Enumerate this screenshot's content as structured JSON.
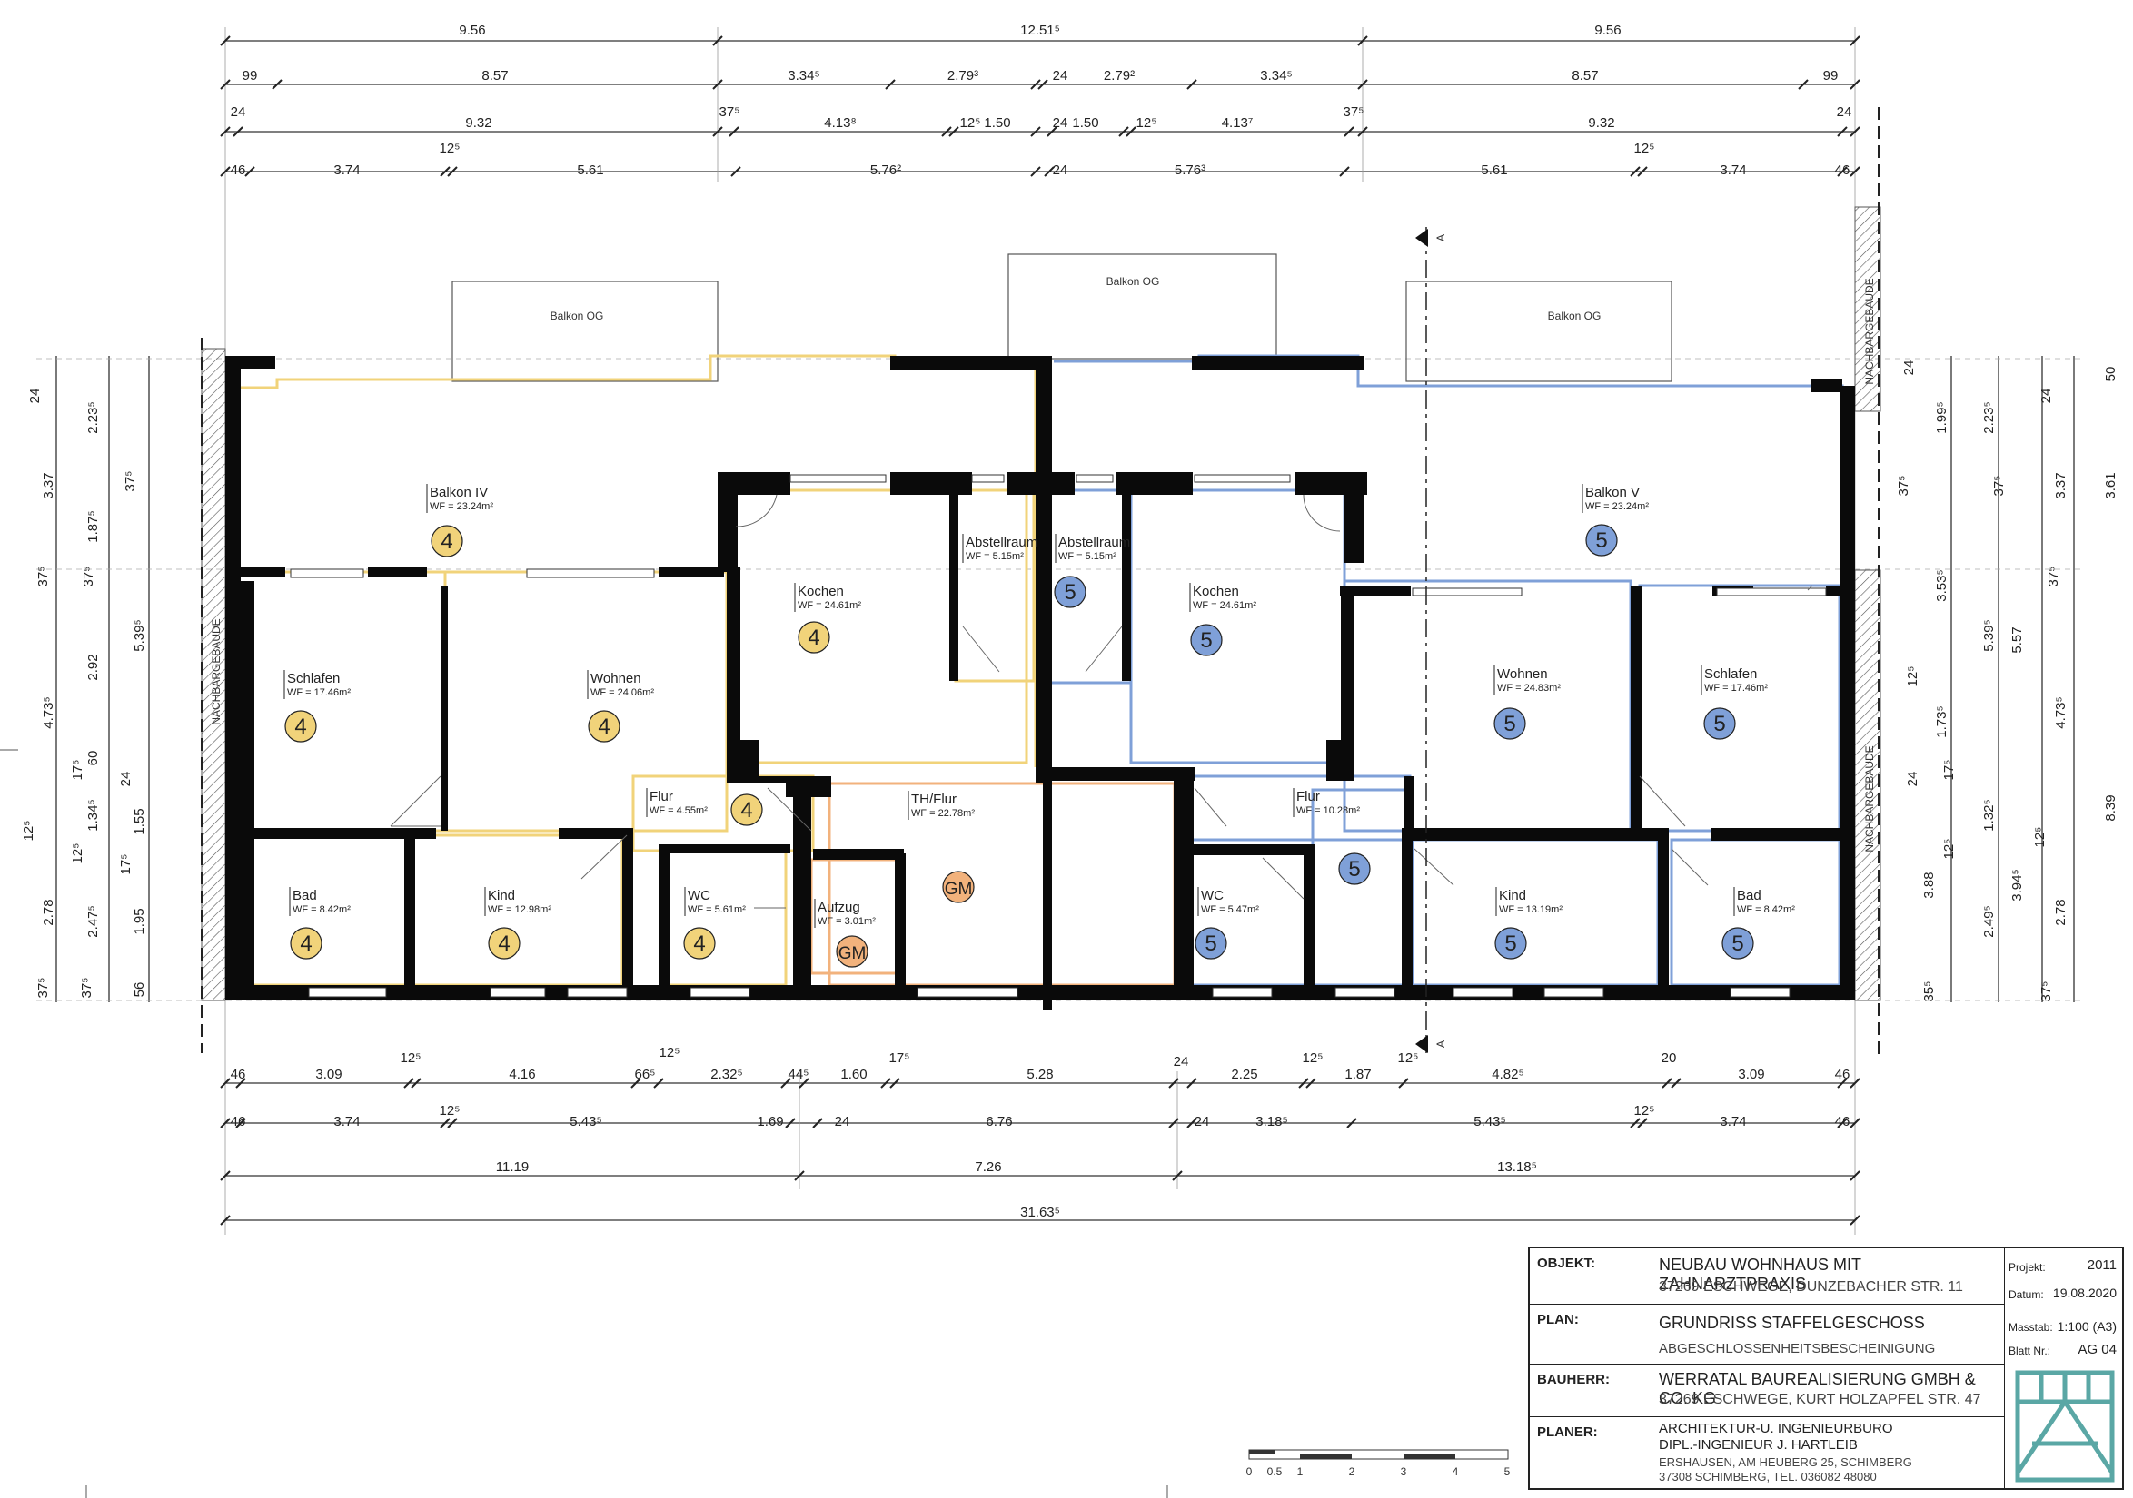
{
  "dims": {
    "top1": [
      "9.56",
      "12.51⁵",
      "9.56"
    ],
    "top2": [
      "99",
      "8.57",
      "3.34⁵",
      "2.79³",
      "24",
      "2.79²",
      "3.34⁵",
      "8.57",
      "99"
    ],
    "top3": [
      "24",
      "9.32",
      "37⁵",
      "4.13⁸",
      "12⁵",
      "1.50",
      "24",
      "1.50",
      "12⁵",
      "4.13⁷",
      "37⁵",
      "9.32",
      "24"
    ],
    "top4": [
      "46",
      "3.74",
      "12⁵",
      "5.61",
      "5.76²",
      "24",
      "5.76³",
      "5.61",
      "12⁵",
      "3.74",
      "46"
    ],
    "bot1": [
      "46",
      "3.09",
      "12⁵",
      "4.16",
      "12⁵",
      "66⁵",
      "2.32⁵",
      "44⁵",
      "1.60",
      "17⁵",
      "5.28",
      "24",
      "2.25",
      "12⁵",
      "1.87",
      "12⁵",
      "4.82⁵",
      "20",
      "3.09",
      "46"
    ],
    "bot2": [
      "46",
      "3.74",
      "12⁵",
      "5.43⁵",
      "1.69",
      "24",
      "6.76",
      "24",
      "3.18⁵",
      "5.43⁵",
      "12⁵",
      "3.74",
      "46"
    ],
    "bot3": [
      "11.19",
      "7.26",
      "13.18⁵"
    ],
    "bot4": [
      "31.63⁵"
    ],
    "left": [
      "24",
      "2.23⁵",
      "3.37",
      "37⁵",
      "1.87⁵",
      "37⁵",
      "37⁵",
      "5.39⁵",
      "2.92",
      "4.73⁵",
      "17⁵",
      "60",
      "24",
      "1.34⁵",
      "1.55",
      "12⁵",
      "12⁵",
      "17⁵",
      "2.78",
      "2.47⁵",
      "1.95",
      "37⁵",
      "37⁵",
      "56"
    ],
    "right": [
      "24",
      "50",
      "1.99⁵",
      "2.23⁵",
      "24",
      "37⁵",
      "37⁵",
      "3.37",
      "3.61",
      "3.53⁵",
      "37⁵",
      "5.39⁵",
      "5.57",
      "12⁵",
      "1.73⁵",
      "4.73⁵",
      "24",
      "17⁵",
      "1.32⁵",
      "8.39",
      "12⁵",
      "12⁵",
      "3.88",
      "3.94⁵",
      "2.49⁵",
      "2.78",
      "35⁵",
      "37⁵"
    ]
  },
  "labels": {
    "balkon_og": "Balkon OG",
    "nachbargebaeude": "NACHBARGEBAUDE",
    "section": "A"
  },
  "rooms": [
    {
      "name": "Balkon IV",
      "wf": "WF = 23.24m²",
      "unit": "4"
    },
    {
      "name": "Kochen",
      "wf": "WF = 24.61m²",
      "unit": "4"
    },
    {
      "name": "Abstellraum",
      "wf": "WF = 5.15m²",
      "unit": ""
    },
    {
      "name": "Schlafen",
      "wf": "WF = 17.46m²",
      "unit": "4"
    },
    {
      "name": "Wohnen",
      "wf": "WF = 24.06m²",
      "unit": "4"
    },
    {
      "name": "Flur",
      "wf": "WF = 4.55m²",
      "unit": "4"
    },
    {
      "name": "Bad",
      "wf": "WF = 8.42m²",
      "unit": "4"
    },
    {
      "name": "Kind",
      "wf": "WF = 12.98m²",
      "unit": "4"
    },
    {
      "name": "WC",
      "wf": "WF = 5.61m²",
      "unit": "4"
    },
    {
      "name": "Aufzug",
      "wf": "WF = 3.01m²",
      "unit": "GM"
    },
    {
      "name": "TH/Flur",
      "wf": "WF = 22.78m²",
      "unit": "GM"
    },
    {
      "name": "Abstellraum",
      "wf": "WF = 5.15m²",
      "unit": "5"
    },
    {
      "name": "Kochen",
      "wf": "WF = 24.61m²",
      "unit": "5"
    },
    {
      "name": "Balkon V",
      "wf": "WF = 23.24m²",
      "unit": "5"
    },
    {
      "name": "Wohnen",
      "wf": "WF = 24.83m²",
      "unit": "5"
    },
    {
      "name": "Schlafen",
      "wf": "WF = 17.46m²",
      "unit": "5"
    },
    {
      "name": "Flur",
      "wf": "WF = 10.28m²",
      "unit": "5"
    },
    {
      "name": "WC",
      "wf": "WF = 5.47m²",
      "unit": "5"
    },
    {
      "name": "Kind",
      "wf": "WF = 13.19m²",
      "unit": "5"
    },
    {
      "name": "Bad",
      "wf": "WF = 8.42m²",
      "unit": "5"
    }
  ],
  "scale_bar": [
    "0",
    "0.5",
    "1",
    "2",
    "3",
    "4",
    "5"
  ],
  "title_block": {
    "objekt_label": "OBJEKT:",
    "objekt_1": "NEUBAU WOHNHAUS MIT ZAHNARZTPRAXIS",
    "objekt_2": "37269 ESCHWEGE, DUNZEBACHER STR. 11",
    "plan_label": "PLAN:",
    "plan_1": "GRUNDRISS STAFFELGESCHOSS",
    "plan_2": "ABGESCHLOSSENHEITSBESCHEINIGUNG",
    "bauherr_label": "BAUHERR:",
    "bauherr_1": "WERRATAL BAUREALISIERUNG GMBH & CO. KG",
    "bauherr_2": "37269 ESCHWEGE, KURT HOLZAPFEL STR. 47",
    "planer_label": "PLANER:",
    "planer_1": "ARCHITEKTUR-U. INGENIEURBURO",
    "planer_2": "DIPL.-INGENIEUR J. HARTLEIB",
    "planer_3": "ERSHAUSEN, AM HEUBERG 25, SCHIMBERG",
    "planer_4": "37308 SCHIMBERG, TEL. 036082 48080",
    "projekt_label": "Projekt:",
    "projekt": "2011",
    "datum_label": "Datum:",
    "datum": "19.08.2020",
    "masstab_label": "Masstab:",
    "masstab": "1:100 (A3)",
    "blatt_label": "Blatt Nr.:",
    "blatt": "AG 04"
  },
  "colors": {
    "unit4": "#f1d37a",
    "unit5": "#7fa0d8",
    "gm": "#f2b27c",
    "wall": "#0a0a0a",
    "logo": "#5aa7a5"
  }
}
